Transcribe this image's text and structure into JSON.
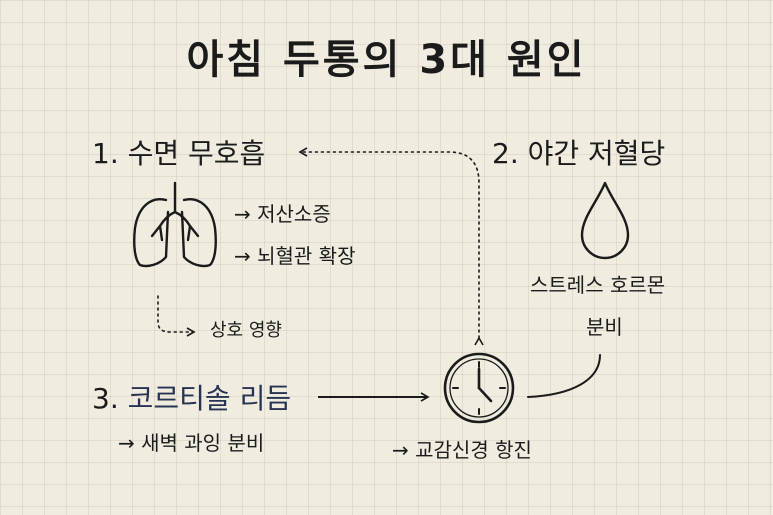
{
  "title": "아침 두통의 3대 원인",
  "causes": {
    "apnea": {
      "label": "1. 수면 무호흡",
      "effects": [
        "→ 저산소증",
        "→ 뇌혈관 확장"
      ],
      "link_note": "상호 영향"
    },
    "hypoglycemia": {
      "label": "2. 야간 저혈당",
      "effect_line1": "스트레스 호르몬",
      "effect_line2": "분비"
    },
    "cortisol": {
      "label_num": "3.",
      "label_text": "코르티솔 리듬",
      "effect": "→ 새벽 과잉 분비"
    }
  },
  "center": {
    "result": "→ 교감신경 항진"
  },
  "icons": [
    "lungs-icon",
    "water-drop-icon",
    "clock-icon"
  ],
  "colors": {
    "ink": "#1b1b1b",
    "accent": "#263352",
    "background": "#f1ece0"
  }
}
